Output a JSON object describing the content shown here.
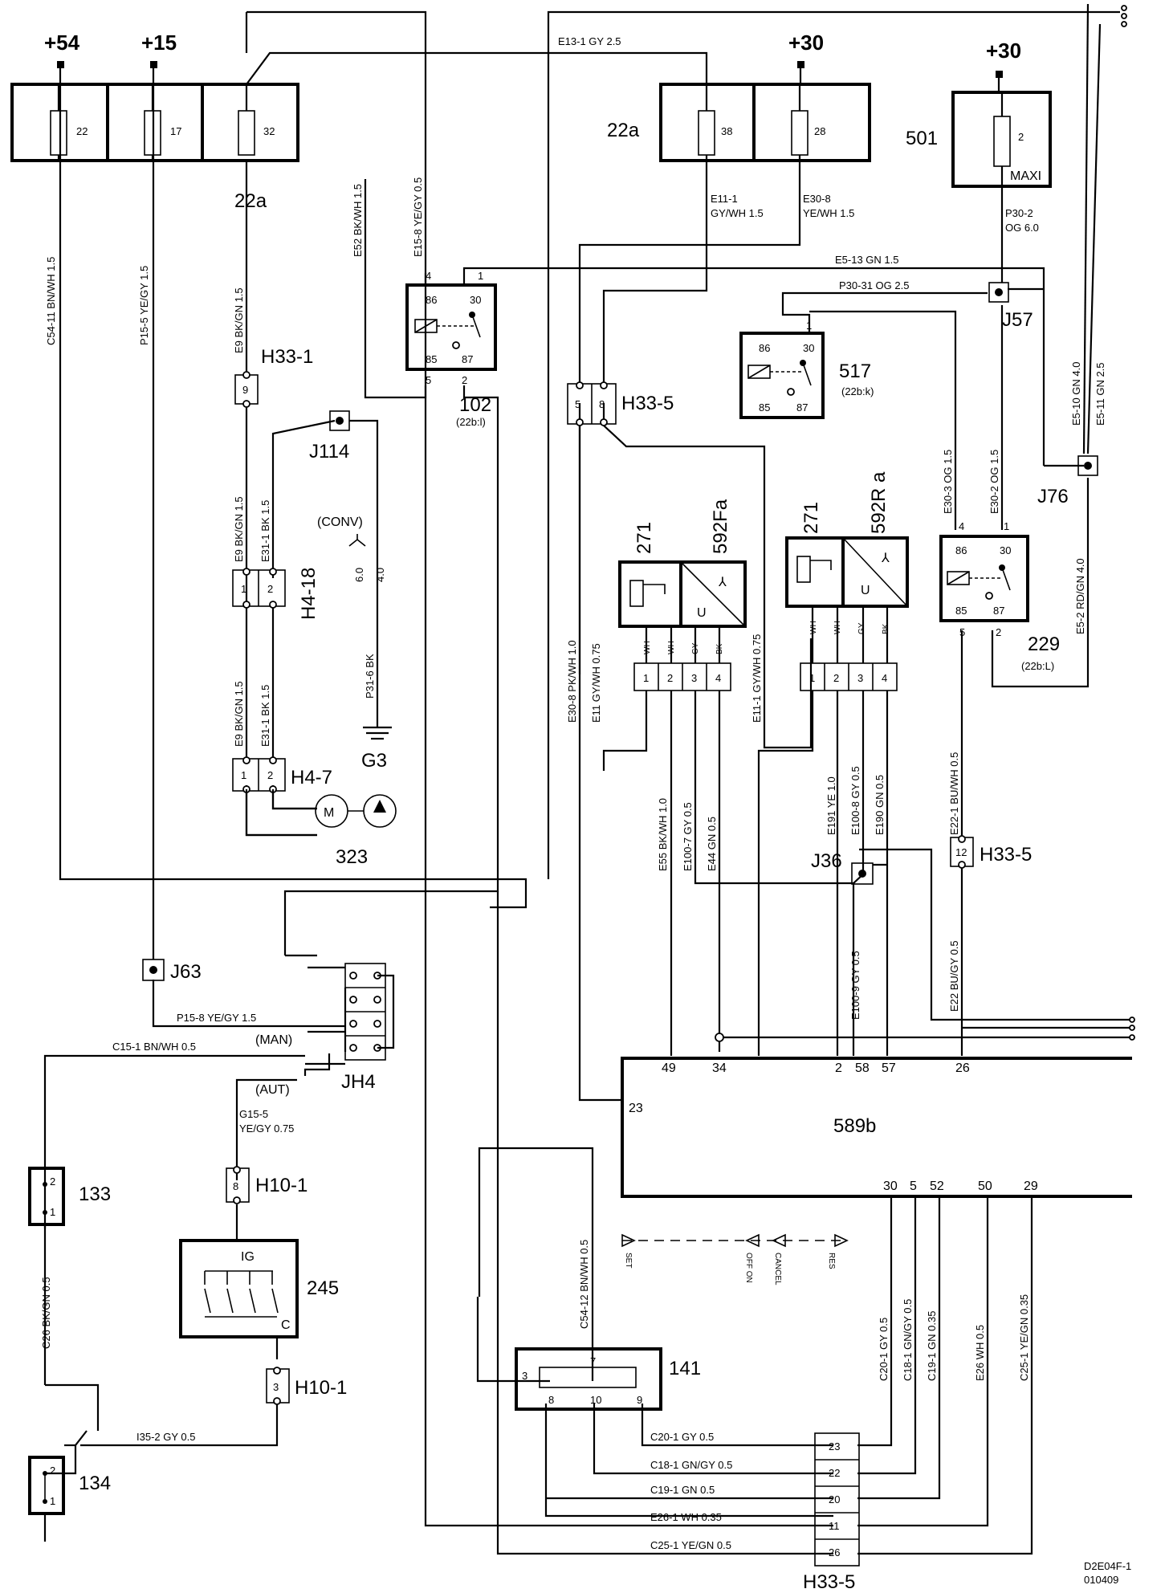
{
  "power_terminals": [
    "+54",
    "+15",
    "+30",
    "+30"
  ],
  "fuse_box_left": {
    "label": "22a",
    "fuses": [
      "22",
      "17",
      "32"
    ]
  },
  "fuse_box_right": {
    "label": "22a",
    "fuses": [
      "38",
      "28"
    ]
  },
  "maxi_fuse": {
    "label": "501",
    "fuse": "2",
    "type": "MAXI"
  },
  "relays": [
    {
      "id": "102",
      "ref": "(22b:l)",
      "pins": [
        "4",
        "1",
        "86",
        "30",
        "85",
        "87",
        "5",
        "2"
      ]
    },
    {
      "id": "517",
      "ref": "(22b:k)",
      "pins": [
        "1",
        "86",
        "30",
        "85",
        "87"
      ]
    },
    {
      "id": "229",
      "ref": "(22b:L)",
      "pins": [
        "4",
        "1",
        "86",
        "30",
        "85",
        "87",
        "5",
        "2"
      ]
    }
  ],
  "connectors": {
    "h33_1": {
      "label": "H33-1",
      "pin": "9"
    },
    "h33_5_top": {
      "label": "H33-5",
      "pins": [
        "5",
        "8"
      ]
    },
    "h33_5_mid": {
      "label": "H33-5",
      "pin": "12"
    },
    "h33_5_bottom": {
      "label": "H33-5",
      "pins": [
        "23",
        "22",
        "20",
        "11",
        "26"
      ]
    },
    "h4_18": {
      "label": "H4-18",
      "pins": [
        "1",
        "2"
      ]
    },
    "h4_7": {
      "label": "H4-7",
      "pins": [
        "1",
        "2"
      ]
    },
    "h10_1_a": {
      "label": "H10-1",
      "pin": "8"
    },
    "h10_1_b": {
      "label": "H10-1",
      "pin": "3"
    },
    "jh4": {
      "label": "JH4"
    }
  },
  "junctions": [
    "J114",
    "J57",
    "J76",
    "J36",
    "J63"
  ],
  "ground": "G3",
  "components": {
    "motor": "323",
    "ecu": {
      "label": "589b",
      "pins_top": [
        "49",
        "34",
        "2",
        "58",
        "57",
        "26"
      ],
      "pin_left": "23",
      "pins_bottom": [
        "30",
        "5",
        "52",
        "50",
        "29"
      ]
    },
    "sensor_front": {
      "id1": "271",
      "id2": "592Fa",
      "pins": [
        "1",
        "2",
        "3",
        "4"
      ],
      "wire_colors": [
        "WH",
        "WH",
        "GY",
        "BK"
      ]
    },
    "sensor_rear": {
      "id1": "271",
      "id2": "592R a",
      "pins": [
        "1",
        "2",
        "3",
        "4"
      ],
      "wire_colors": [
        "WH",
        "WH",
        "GY",
        "BK"
      ]
    },
    "switch_133": {
      "label": "133",
      "pins": [
        "2",
        "1"
      ]
    },
    "switch_134": {
      "label": "134",
      "pins": [
        "2",
        "1"
      ]
    },
    "switch_245": {
      "label": "245",
      "ig": "IG",
      "c": "C"
    },
    "switch_141": {
      "label": "141",
      "pins": [
        "3",
        "7",
        "8",
        "10",
        "9"
      ]
    }
  },
  "variant_labels": [
    "(CONV)",
    "(MAN)",
    "(AUT)"
  ],
  "wire_labels": {
    "e13_1": "E13-1   GY   2.5",
    "e11_1": "E11-1",
    "gywh": "GY/WH   1.5",
    "e30_8": "E30-8",
    "yewh": "YE/WH   1.5",
    "p30_2": "P30-2",
    "og6": "OG   6.0",
    "e5_13": "E5-13   GN   1.5",
    "p30_31": "P30-31   OG   2.5",
    "c54_11": "C54-11   BN/WH   1.5",
    "p15_5": "P15-5   YE/GY   1.5",
    "e9_top": "E9   BK/GN   1.5",
    "e52": "E52   BK/WH   1.5",
    "e15_8": "E15-8   YE/GY   0.5",
    "e9_mid": "E9   BK/GN   1.5",
    "e31_1_mid": "E31-1   BK   1.5",
    "e9_low": "E9   BK/GN   1.5",
    "e31_1_low": "E31-1   BK   1.5",
    "p31_6": "P31-6   BK",
    "wire_6": "6.0",
    "wire_4": "4.0",
    "e30_8v": "E30-8   PK/WH   1.0",
    "e11v": "E11   GY/WH   0.75",
    "e11_1v": "E11-1   GY/WH   0.75",
    "e55": "E55   BK/WH   1.0",
    "e100_7": "E100-7   GY   0.5",
    "e44": "E44   GN   0.5",
    "e191": "E191   YE   1.0",
    "e100_8": "E100-8   GY   0.5",
    "e190": "E190   GN   0.5",
    "e22_1": "E22-1   BU/WH   0.5",
    "e30_3": "E30-3   OG   1.5",
    "e30_2": "E30-2   OG   1.5",
    "e5_10": "E5-10   GN   4.0",
    "e5_11": "E5-11   GN   2.5",
    "e5_2": "E5-2   RD/GN   4.0",
    "e100_9": "E100-9   GY   0.5",
    "e22": "E22   BU/GY   0.5",
    "p15_8": "P15-8   YE/GY   1.5",
    "c15_1": "C15-1   BN/WH   0.5",
    "g15_5": "G15-5",
    "yegy075": "YE/GY   0.75",
    "c26": "C26   BK/GN   0.5",
    "i35_2": "I35-2   GY   0.5",
    "c54_12": "C54-12   BN/WH   0.5",
    "c20_1v": "C20-1   GY   0.5",
    "c18_1v": "C18-1   GN/GY   0.5",
    "c19_1v": "C19-1   GN   0.35",
    "e26v": "E26   WH   0.5",
    "c25_1v": "C25-1   YE/GN   0.35",
    "c20_1h": "C20-1   GY   0.5",
    "c18_1h": "C18-1   GN/GY   0.5",
    "c19_1h": "C19-1   GN   0.5",
    "e26_1h": "E26-1   WH   0.35",
    "c25_1h": "C25-1   YE/GN   0.5"
  },
  "cruise_legend": {
    "set": "SET",
    "off_on": "OFF ON",
    "cancel": "CANCEL",
    "res": "RES"
  },
  "drawing_code": "D2E04F-1",
  "drawing_date": "010409"
}
